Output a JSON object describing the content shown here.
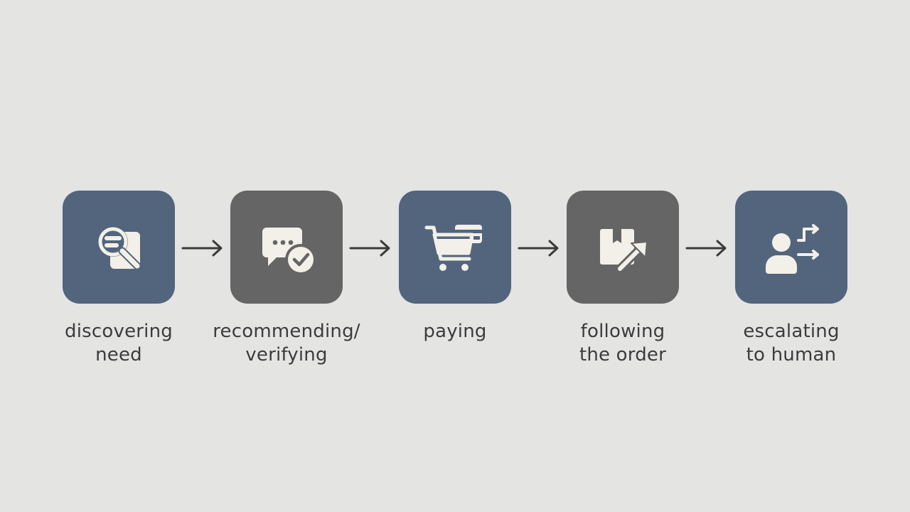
{
  "colors": {
    "background": "#e4e4e3",
    "tile_blue": "#52657d",
    "tile_gray": "#646564",
    "icon_fill": "#f2f0e8",
    "text": "#3b3c3d",
    "arrow": "#3a3a3a"
  },
  "steps": [
    {
      "icon": "search-document-icon",
      "color_key": "tile_blue",
      "line1": "discovering",
      "line2": "need"
    },
    {
      "icon": "chat-check-icon",
      "color_key": "tile_gray",
      "line1": "recommending/",
      "line2": "verifying"
    },
    {
      "icon": "cart-card-icon",
      "color_key": "tile_blue",
      "line1": "paying",
      "line2": ""
    },
    {
      "icon": "package-arrow-icon",
      "color_key": "tile_gray",
      "line1": "following",
      "line2": "the order"
    },
    {
      "icon": "person-escalate-icon",
      "color_key": "tile_blue",
      "line1": "escalating",
      "line2": "to human"
    }
  ]
}
